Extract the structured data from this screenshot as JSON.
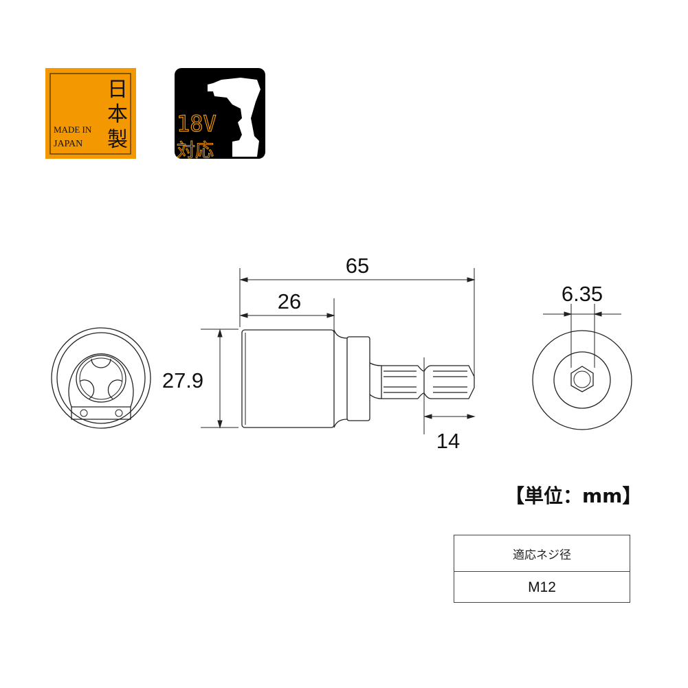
{
  "badges": {
    "made_in_japan": {
      "kanji": [
        "日",
        "本",
        "製"
      ],
      "line1": "MADE IN",
      "line2": "JAPAN",
      "color": "#F39800"
    },
    "voltage": {
      "value": "18V",
      "label": "対応",
      "color": "#F39800"
    }
  },
  "dimensions": {
    "total_length": "65",
    "socket_length": "26",
    "socket_diameter": "27.9",
    "shank_length": "14",
    "shank_hex": "6.35"
  },
  "unit_label": "【単位：mm】",
  "spec_table": {
    "header": "適応ネジ径",
    "value": "M12"
  }
}
